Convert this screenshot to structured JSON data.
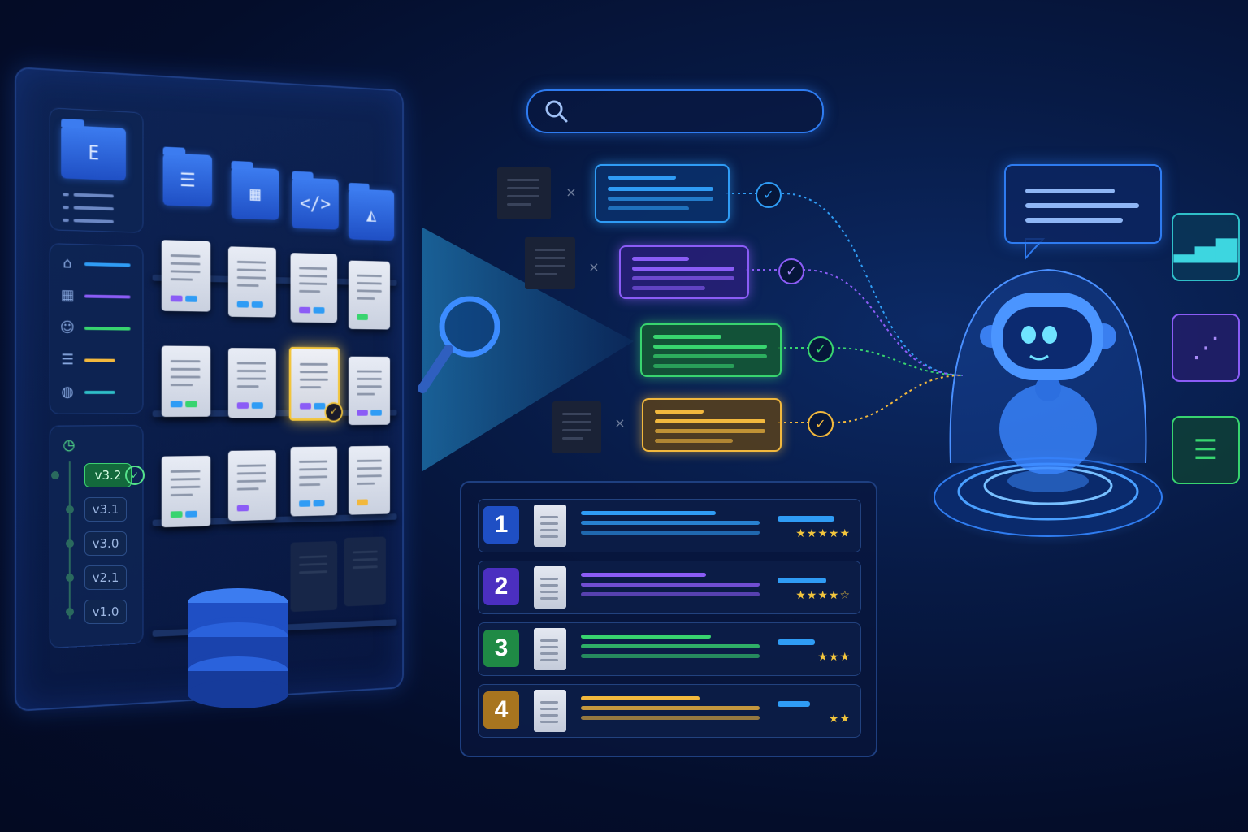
{
  "library": {
    "sidebar_icons": [
      "tag-icon",
      "calendar-icon",
      "user-icon",
      "list-icon",
      "globe-icon",
      "clock-icon"
    ],
    "versions": [
      {
        "label": "v3.2",
        "active": true
      },
      {
        "label": "v3.1",
        "active": false
      },
      {
        "label": "v3.0",
        "active": false
      },
      {
        "label": "v2.1",
        "active": false
      },
      {
        "label": "v1.0",
        "active": false
      }
    ],
    "folder_icons": [
      "document-icon",
      "table-icon",
      "code-icon",
      "image-icon"
    ]
  },
  "colors": {
    "blue": "#2f9cf5",
    "purple": "#8b5cf6",
    "green": "#38d46f",
    "orange": "#f2b83d",
    "gold": "#f2c53d"
  },
  "ranking": [
    {
      "rank": "1",
      "stars": "★★★★★",
      "color": "#1f4fc4"
    },
    {
      "rank": "2",
      "stars": "★★★★☆",
      "color": "#4b2fc0"
    },
    {
      "rank": "3",
      "stars": "★★★",
      "color": "#1f8a45"
    },
    {
      "rank": "4",
      "stars": "★★",
      "color": "#a8751f"
    }
  ],
  "assistant": {
    "icons": [
      "bar-chart-icon",
      "graph-icon",
      "checklist-icon"
    ]
  }
}
